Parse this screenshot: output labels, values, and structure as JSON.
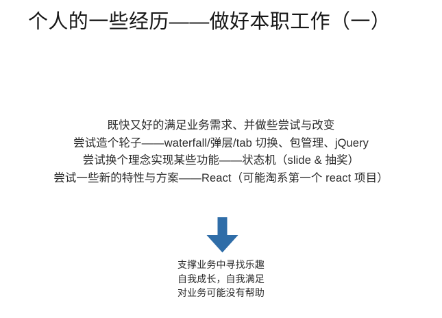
{
  "slide": {
    "title": "个人的一些经历——做好本职工作（一）",
    "background_color": "#ffffff",
    "text_color": "#2b2b2b",
    "accent_color": "#2f6da8"
  },
  "main_block": {
    "lines": [
      "既快又好的满足业务需求、并做些尝试与改变",
      "尝试造个轮子——waterfall/弹层/tab 切换、包管理、jQuery",
      "尝试换个理念实现某些功能——状态机（slide & 抽奖）",
      "尝试一些新的特性与方案——React（可能淘系第一个 react 项目）"
    ]
  },
  "arrow": {
    "icon": "arrow-down-icon",
    "color": "#2f6da8",
    "direction": "down"
  },
  "footer_block": {
    "lines": [
      "支撑业务中寻找乐趣",
      "自我成长，自我满足",
      "对业务可能没有帮助"
    ]
  }
}
